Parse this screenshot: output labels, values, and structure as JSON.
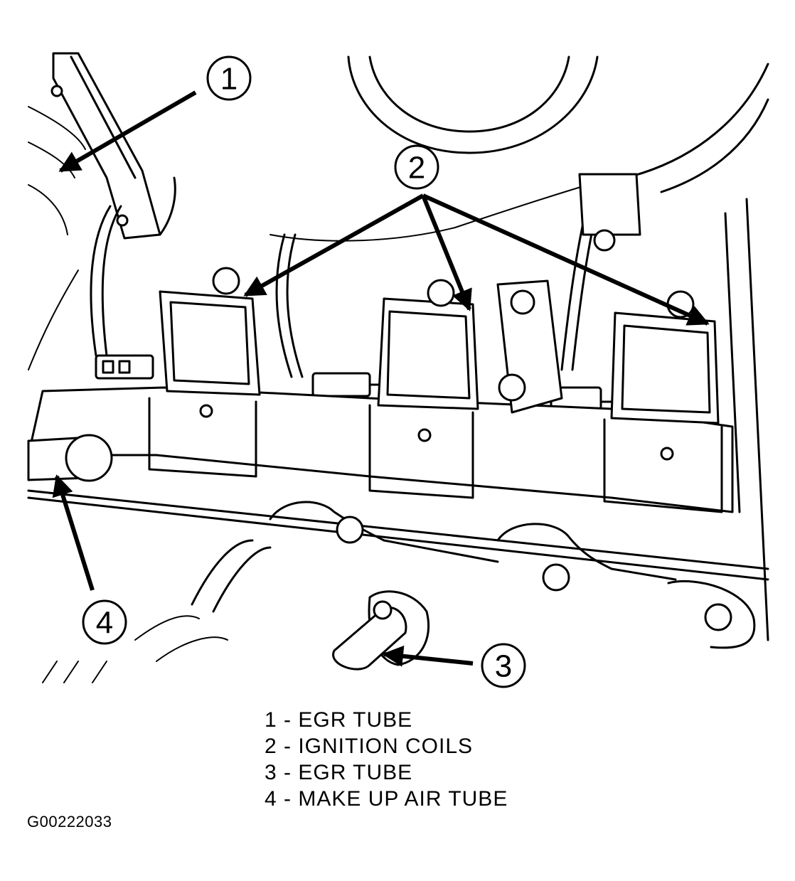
{
  "callouts": [
    "1",
    "2",
    "3",
    "4"
  ],
  "legend": [
    "1 - EGR TUBE",
    "2 - IGNITION COILS",
    "3 - EGR TUBE",
    "4 - MAKE UP AIR TUBE"
  ],
  "figure_id": "G00222033"
}
